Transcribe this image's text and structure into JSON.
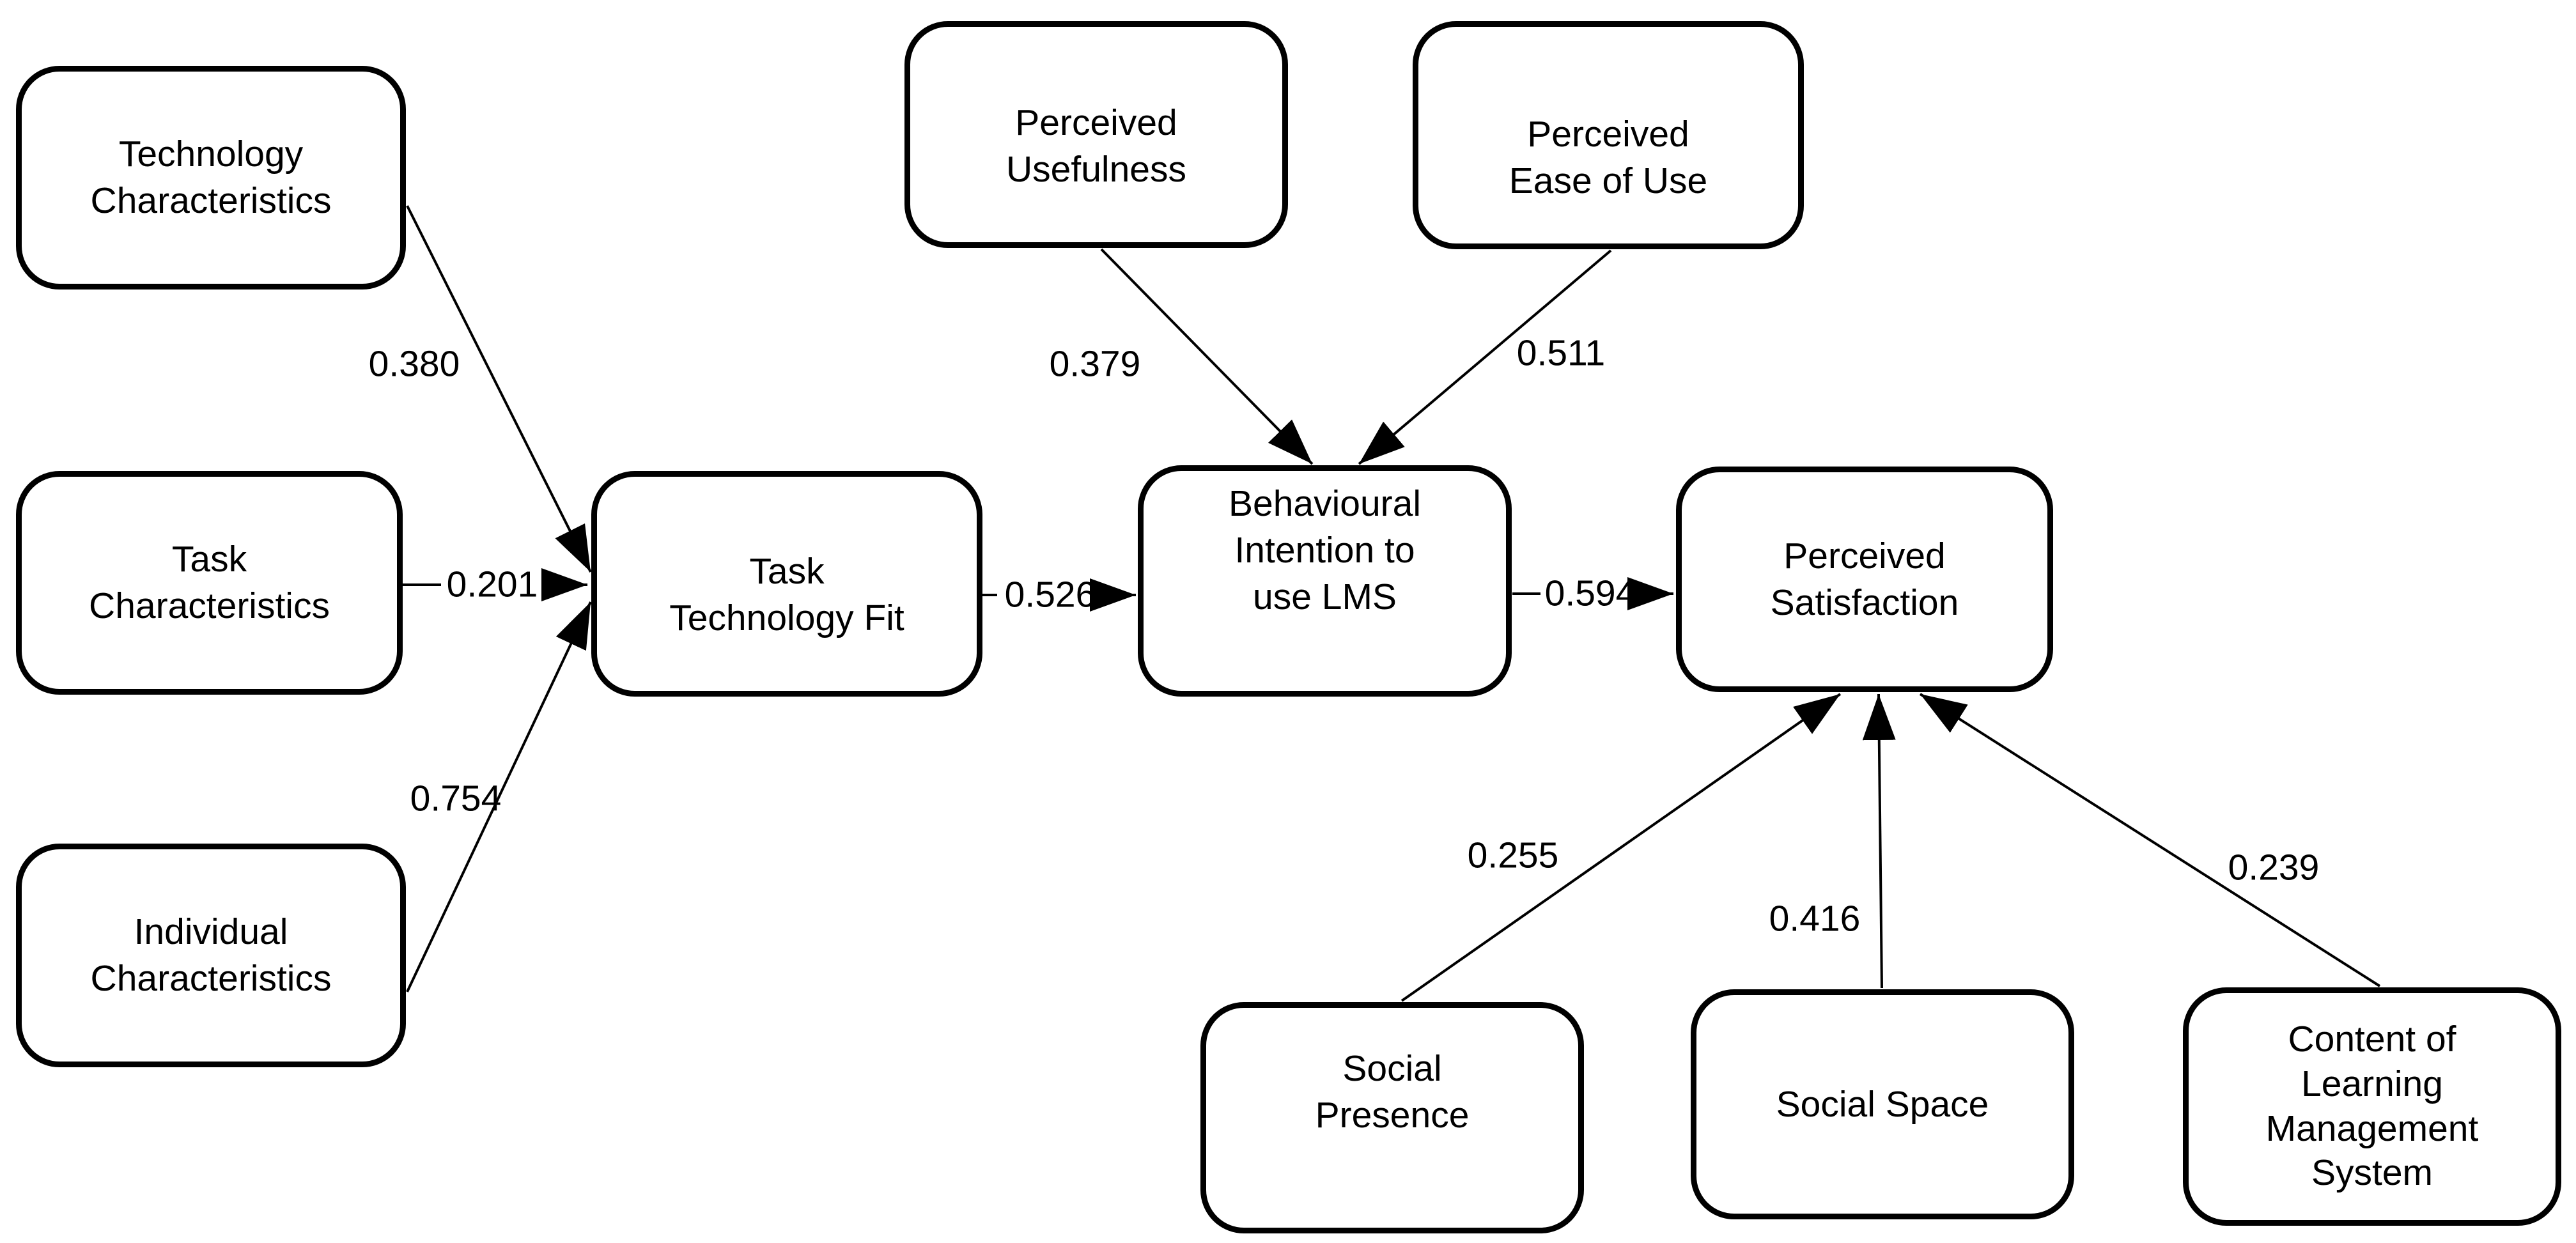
{
  "colors": {
    "ink": "#000000",
    "background": "#ffffff"
  },
  "nodes": [
    {
      "id": "technology-characteristics",
      "label": "Technology\nCharacteristics"
    },
    {
      "id": "task-characteristics",
      "label": "Task\nCharacteristics"
    },
    {
      "id": "individual-characteristics",
      "label": "Individual\nCharacteristics"
    },
    {
      "id": "task-technology-fit",
      "label": "Task\nTechnology Fit"
    },
    {
      "id": "perceived-usefulness",
      "label": "Perceived\nUsefulness"
    },
    {
      "id": "perceived-ease-of-use",
      "label": "Perceived\nEase of Use"
    },
    {
      "id": "behavioural-intention-to-use-lms",
      "label": "Behavioural\nIntention to\nuse LMS"
    },
    {
      "id": "perceived-satisfaction",
      "label": "Perceived\nSatisfaction"
    },
    {
      "id": "social-presence",
      "label": "Social\nPresence"
    },
    {
      "id": "social-space",
      "label": "Social Space"
    },
    {
      "id": "content-of-learning-management-system",
      "label": "Content of\nLearning\nManagement\nSystem"
    }
  ],
  "edges": [
    {
      "from": "technology-characteristics",
      "to": "task-technology-fit",
      "weight": "0.380"
    },
    {
      "from": "task-characteristics",
      "to": "task-technology-fit",
      "weight": "0.201"
    },
    {
      "from": "individual-characteristics",
      "to": "task-technology-fit",
      "weight": "0.754"
    },
    {
      "from": "perceived-usefulness",
      "to": "behavioural-intention-to-use-lms",
      "weight": "0.379"
    },
    {
      "from": "perceived-ease-of-use",
      "to": "behavioural-intention-to-use-lms",
      "weight": "0.511"
    },
    {
      "from": "task-technology-fit",
      "to": "behavioural-intention-to-use-lms",
      "weight": "0.526"
    },
    {
      "from": "behavioural-intention-to-use-lms",
      "to": "perceived-satisfaction",
      "weight": "0.594"
    },
    {
      "from": "social-presence",
      "to": "perceived-satisfaction",
      "weight": "0.255"
    },
    {
      "from": "social-space",
      "to": "perceived-satisfaction",
      "weight": "0.416"
    },
    {
      "from": "content-of-learning-management-system",
      "to": "perceived-satisfaction",
      "weight": "0.239"
    }
  ]
}
